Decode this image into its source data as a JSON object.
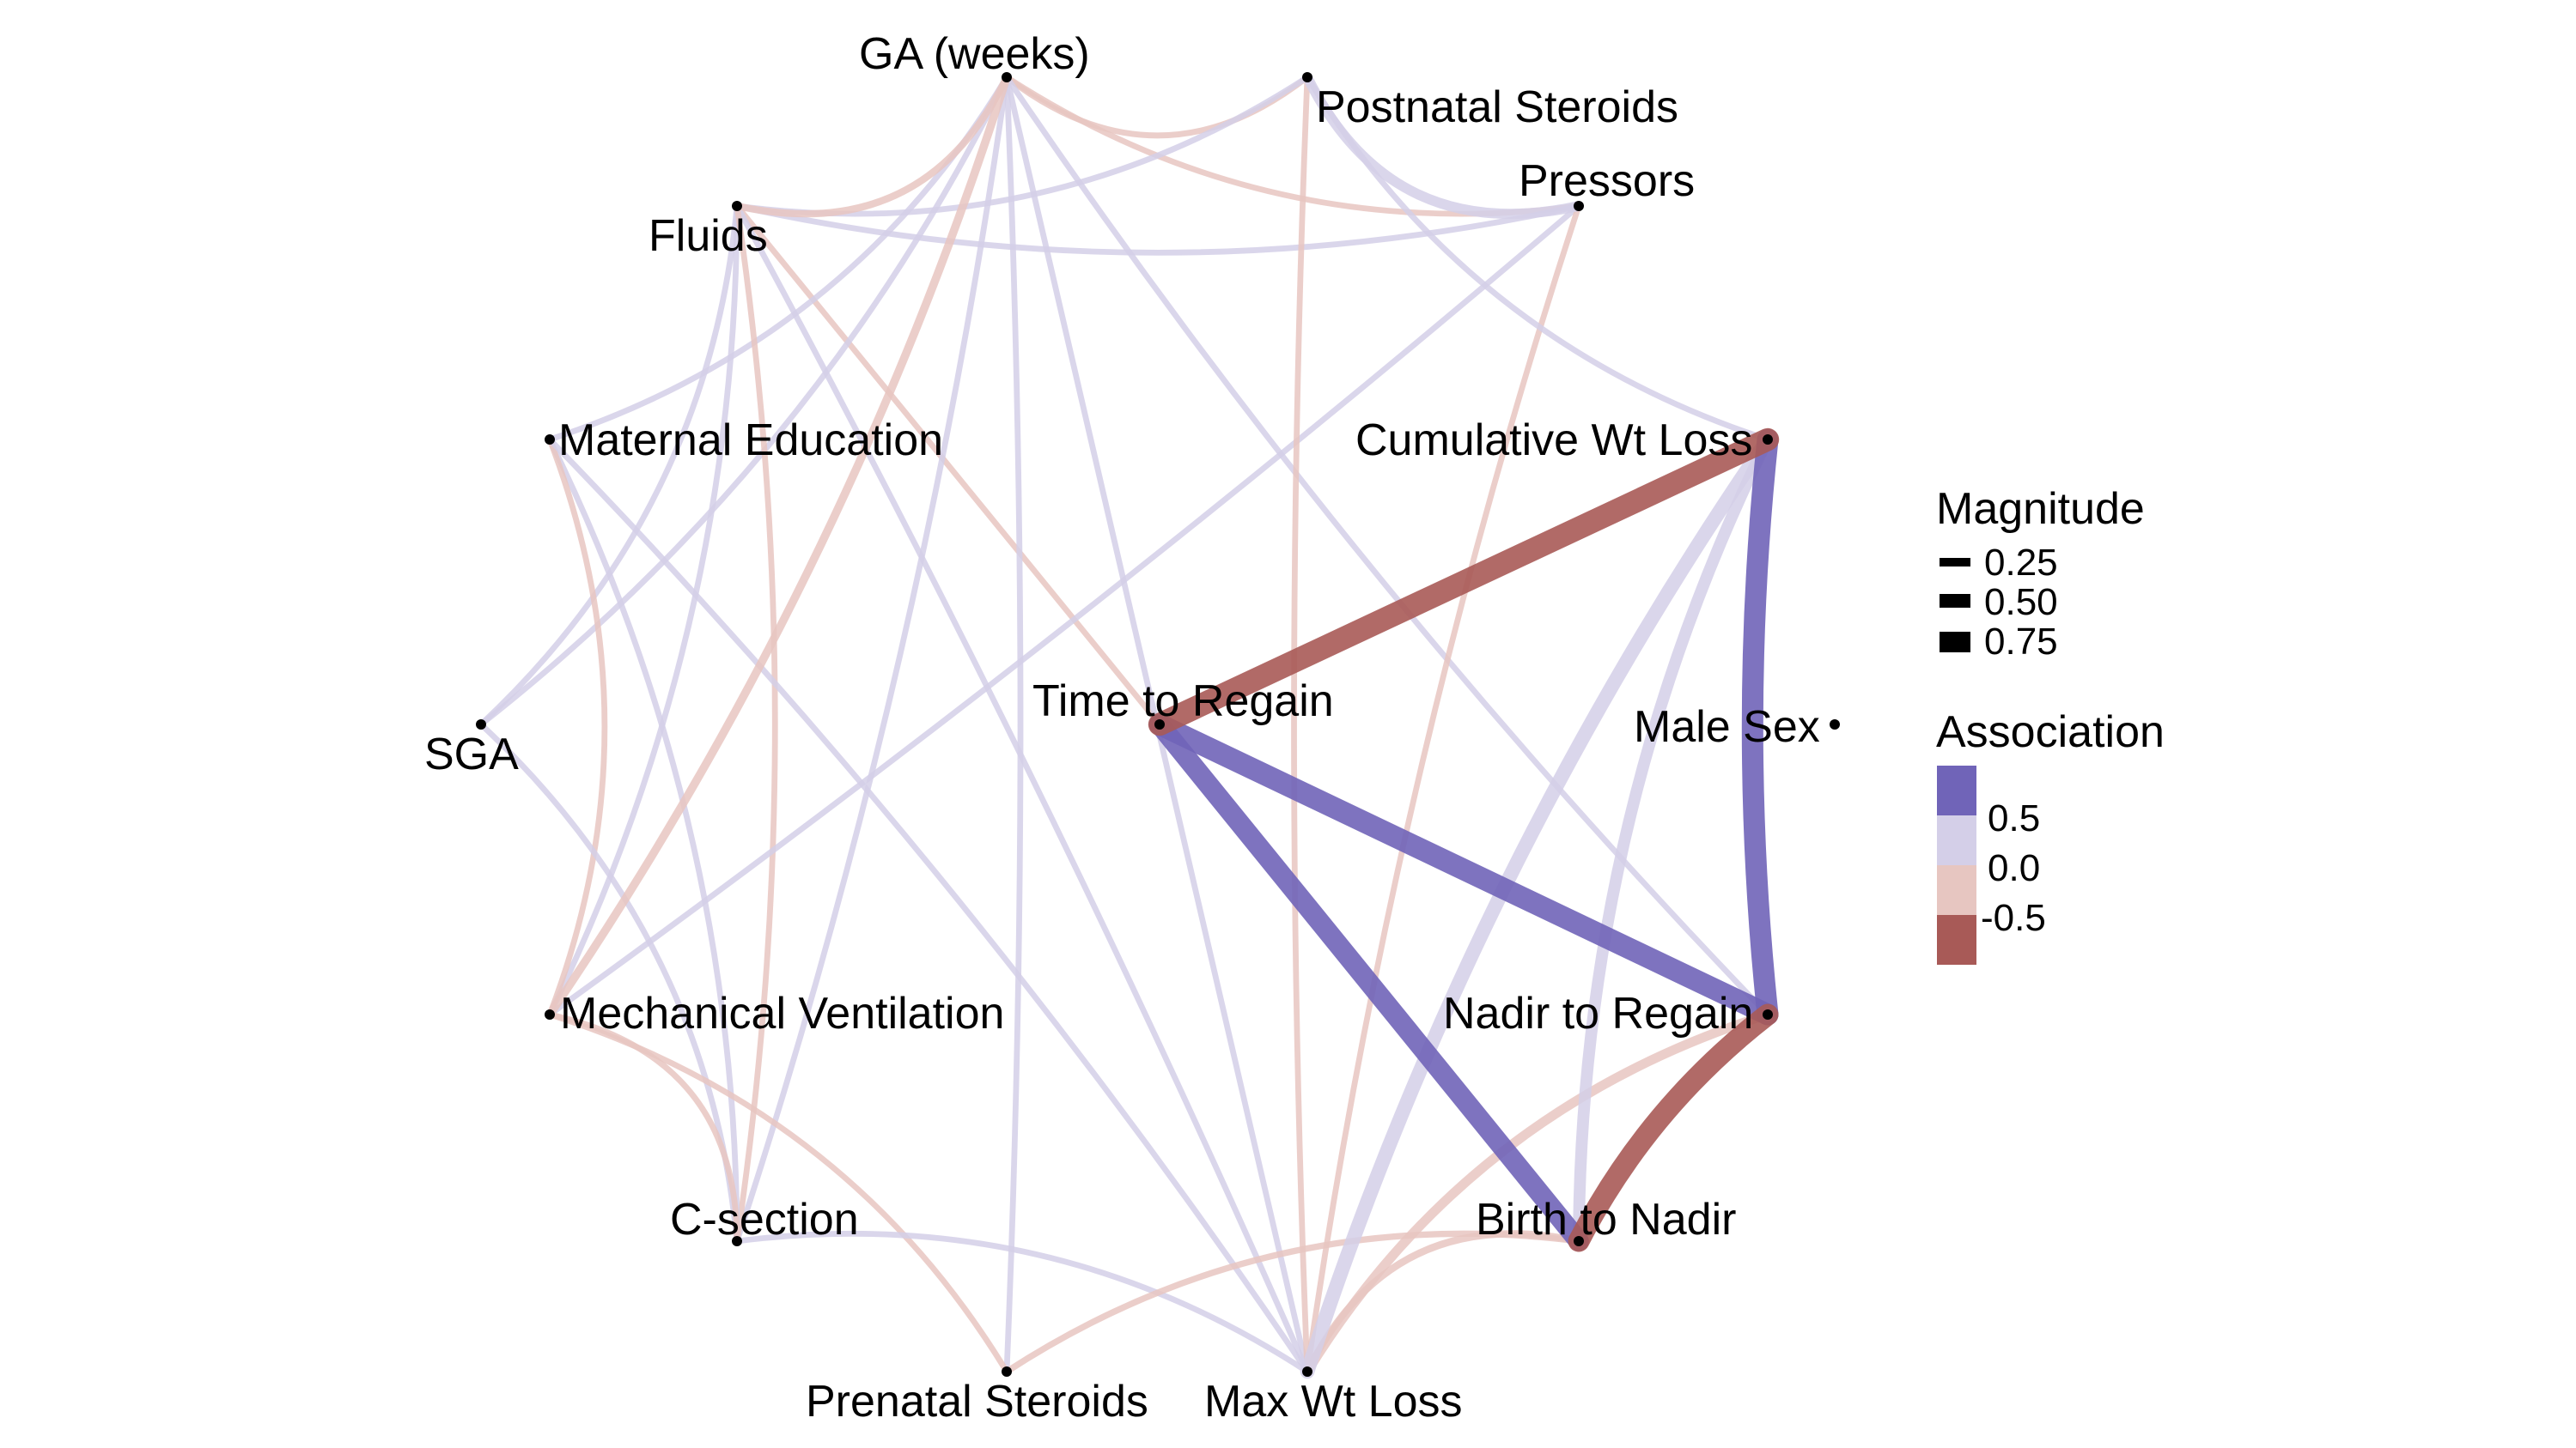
{
  "nodes": [
    {
      "id": "ga",
      "label": "GA (weeks)"
    },
    {
      "id": "postnatal_steroids",
      "label": "Postnatal Steroids"
    },
    {
      "id": "pressors",
      "label": "Pressors"
    },
    {
      "id": "fluids",
      "label": "Fluids"
    },
    {
      "id": "maternal_education",
      "label": "Maternal Education"
    },
    {
      "id": "cumulative_wt_loss",
      "label": "Cumulative Wt Loss"
    },
    {
      "id": "time_to_regain",
      "label": "Time to Regain"
    },
    {
      "id": "male_sex",
      "label": "Male Sex"
    },
    {
      "id": "sga",
      "label": "SGA"
    },
    {
      "id": "mechanical_ventilation",
      "label": "Mechanical Ventilation"
    },
    {
      "id": "nadir_to_regain",
      "label": "Nadir to Regain"
    },
    {
      "id": "c_section",
      "label": "C-section"
    },
    {
      "id": "birth_to_nadir",
      "label": "Birth to Nadir"
    },
    {
      "id": "prenatal_steroids",
      "label": "Prenatal Steroids"
    },
    {
      "id": "max_wt_loss",
      "label": "Max Wt Loss"
    }
  ],
  "edges": [
    {
      "from": "time_to_regain",
      "to": "cumulative_wt_loss",
      "association": -0.8,
      "magnitude": 0.8
    },
    {
      "from": "time_to_regain",
      "to": "nadir_to_regain",
      "association": 0.65,
      "magnitude": 0.75
    },
    {
      "from": "time_to_regain",
      "to": "birth_to_nadir",
      "association": 0.6,
      "magnitude": 0.7
    },
    {
      "from": "cumulative_wt_loss",
      "to": "nadir_to_regain",
      "association": 0.7,
      "magnitude": 0.75
    },
    {
      "from": "nadir_to_regain",
      "to": "birth_to_nadir",
      "association": -0.75,
      "magnitude": 0.75
    },
    {
      "from": "cumulative_wt_loss",
      "to": "max_wt_loss",
      "association": 0.25,
      "magnitude": 0.45
    },
    {
      "from": "cumulative_wt_loss",
      "to": "birth_to_nadir",
      "association": 0.2,
      "magnitude": 0.35
    },
    {
      "from": "nadir_to_regain",
      "to": "max_wt_loss",
      "association": -0.2,
      "magnitude": 0.25
    },
    {
      "from": "birth_to_nadir",
      "to": "prenatal_steroids",
      "association": -0.15,
      "magnitude": 0.12
    },
    {
      "from": "birth_to_nadir",
      "to": "max_wt_loss",
      "association": -0.15,
      "magnitude": 0.15
    },
    {
      "from": "ga",
      "to": "postnatal_steroids",
      "association": -0.2,
      "magnitude": 0.1
    },
    {
      "from": "ga",
      "to": "pressors",
      "association": -0.2,
      "magnitude": 0.1
    },
    {
      "from": "postnatal_steroids",
      "to": "pressors",
      "association": 0.2,
      "magnitude": 0.28
    },
    {
      "from": "fluids",
      "to": "ga",
      "association": -0.2,
      "magnitude": 0.15
    },
    {
      "from": "fluids",
      "to": "postnatal_steroids",
      "association": 0.2,
      "magnitude": 0.1
    },
    {
      "from": "fluids",
      "to": "pressors",
      "association": 0.2,
      "magnitude": 0.1
    },
    {
      "from": "fluids",
      "to": "time_to_regain",
      "association": -0.2,
      "magnitude": 0.1
    },
    {
      "from": "ga",
      "to": "maternal_education",
      "association": 0.2,
      "magnitude": 0.1
    },
    {
      "from": "ga",
      "to": "sga",
      "association": 0.2,
      "magnitude": 0.1
    },
    {
      "from": "ga",
      "to": "mechanical_ventilation",
      "association": -0.25,
      "magnitude": 0.2
    },
    {
      "from": "ga",
      "to": "c_section",
      "association": 0.2,
      "magnitude": 0.1
    },
    {
      "from": "ga",
      "to": "max_wt_loss",
      "association": 0.2,
      "magnitude": 0.1
    },
    {
      "from": "ga",
      "to": "prenatal_steroids",
      "association": 0.2,
      "magnitude": 0.1
    },
    {
      "from": "ga",
      "to": "nadir_to_regain",
      "association": 0.2,
      "magnitude": 0.1
    },
    {
      "from": "fluids",
      "to": "sga",
      "association": 0.2,
      "magnitude": 0.1
    },
    {
      "from": "fluids",
      "to": "mechanical_ventilation",
      "association": 0.2,
      "magnitude": 0.1
    },
    {
      "from": "fluids",
      "to": "max_wt_loss",
      "association": 0.2,
      "magnitude": 0.1
    },
    {
      "from": "fluids",
      "to": "c_section",
      "association": -0.2,
      "magnitude": 0.1
    },
    {
      "from": "pressors",
      "to": "mechanical_ventilation",
      "association": 0.2,
      "magnitude": 0.1
    },
    {
      "from": "pressors",
      "to": "max_wt_loss",
      "association": -0.2,
      "magnitude": 0.1
    },
    {
      "from": "postnatal_steroids",
      "to": "max_wt_loss",
      "association": -0.2,
      "magnitude": 0.1
    },
    {
      "from": "postnatal_steroids",
      "to": "cumulative_wt_loss",
      "association": 0.2,
      "magnitude": 0.1
    },
    {
      "from": "maternal_education",
      "to": "c_section",
      "association": 0.2,
      "magnitude": 0.1
    },
    {
      "from": "maternal_education",
      "to": "mechanical_ventilation",
      "association": -0.2,
      "magnitude": 0.1
    },
    {
      "from": "maternal_education",
      "to": "max_wt_loss",
      "association": 0.2,
      "magnitude": 0.1
    },
    {
      "from": "sga",
      "to": "c_section",
      "association": 0.2,
      "magnitude": 0.1
    },
    {
      "from": "mechanical_ventilation",
      "to": "c_section",
      "association": -0.2,
      "magnitude": 0.1
    },
    {
      "from": "mechanical_ventilation",
      "to": "prenatal_steroids",
      "association": -0.2,
      "magnitude": 0.1
    },
    {
      "from": "c_section",
      "to": "max_wt_loss",
      "association": 0.2,
      "magnitude": 0.1
    }
  ],
  "legend": {
    "magnitude_title": "Magnitude",
    "magnitude_items": [
      "0.25",
      "0.50",
      "0.75"
    ],
    "magnitude_values": [
      0.25,
      0.5,
      0.75
    ],
    "association_title": "Association",
    "association_labels": [
      "0.5",
      "0.0",
      "-0.5"
    ],
    "association_stops": [
      "#7064b8",
      "#d4cfe8",
      "#e7c6c1",
      "#a85a57"
    ]
  },
  "colors": {
    "positive_strong": "#7064b8",
    "positive_weak": "#d4cfe8",
    "negative_weak": "#e7c6c1",
    "negative_strong": "#a85a57",
    "node": "#000000"
  }
}
